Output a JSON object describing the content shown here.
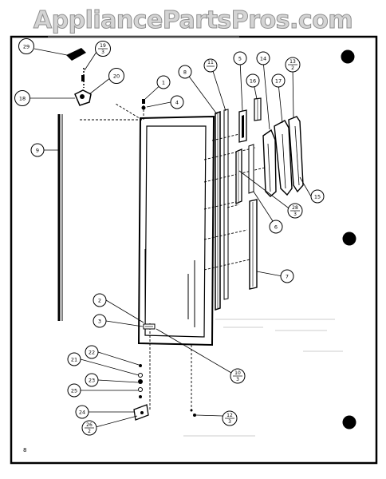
{
  "watermark": "AppliancePartsPros.com",
  "page_number": "8",
  "callouts": {
    "c29": "29",
    "c19": {
      "num": "19",
      "den": "3"
    },
    "c20": "20",
    "c18": "18",
    "c1": "1",
    "c4": "4",
    "c8": "8",
    "c11": "11",
    "c5": "5",
    "c14": "14",
    "c13": {
      "num": "13",
      "den": "2"
    },
    "c16": "16",
    "c17": "17",
    "c9": "9",
    "c28": {
      "num": "28",
      "den": "3"
    },
    "c15": "15",
    "c6": "6",
    "c7": "7",
    "c2": "2",
    "c3": "3",
    "c22": "22",
    "c21": "21",
    "c23": "23",
    "c25": "25",
    "c10": {
      "num": "10",
      "den": "3"
    },
    "c24": "24",
    "c26": {
      "num": "26",
      "den": "2"
    },
    "c12": {
      "num": "12",
      "den": "3"
    }
  }
}
